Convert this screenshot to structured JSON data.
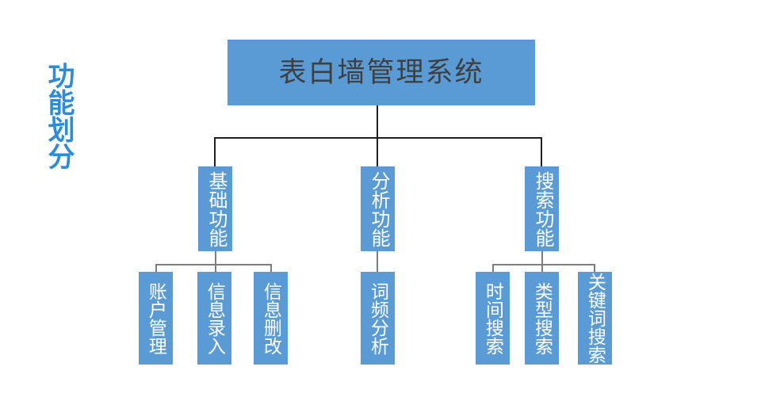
{
  "slide": {
    "side_title": "功能划分",
    "accent_color": "#2E8BD9",
    "node_fill": "#5B9BD5",
    "root_text_color": "#3F3F3F",
    "node_text_color": "#FFFFFF",
    "connector_color": "#202020",
    "leaf_connector_color": "#7D7D7D",
    "background": "#FFFFFF"
  },
  "chart_data": {
    "type": "diagram",
    "diagram_kind": "org-chart",
    "title": "功能划分",
    "root": "表白墙管理系统",
    "levels": 3,
    "branches": [
      {
        "label": "基础功能",
        "children": [
          "账户管理",
          "信息录入",
          "信息删改"
        ]
      },
      {
        "label": "分析功能",
        "children": [
          "词频分析"
        ]
      },
      {
        "label": "搜索功能",
        "children": [
          "时间搜索",
          "类型搜索",
          "关键词搜索"
        ]
      }
    ]
  },
  "tree": {
    "root": {
      "label": "表白墙管理系统"
    },
    "branch_basic": {
      "label": "基础功能"
    },
    "branch_analysis": {
      "label": "分析功能"
    },
    "branch_search": {
      "label": "搜索功能"
    },
    "leaf_account": {
      "label": "账户管理"
    },
    "leaf_entry": {
      "label": "信息录入"
    },
    "leaf_edit": {
      "label": "信息删改"
    },
    "leaf_wordfreq": {
      "label": "词频分析"
    },
    "leaf_time": {
      "label": "时间搜索"
    },
    "leaf_type": {
      "label": "类型搜索"
    },
    "leaf_keyword": {
      "label": "关键词搜索"
    }
  }
}
